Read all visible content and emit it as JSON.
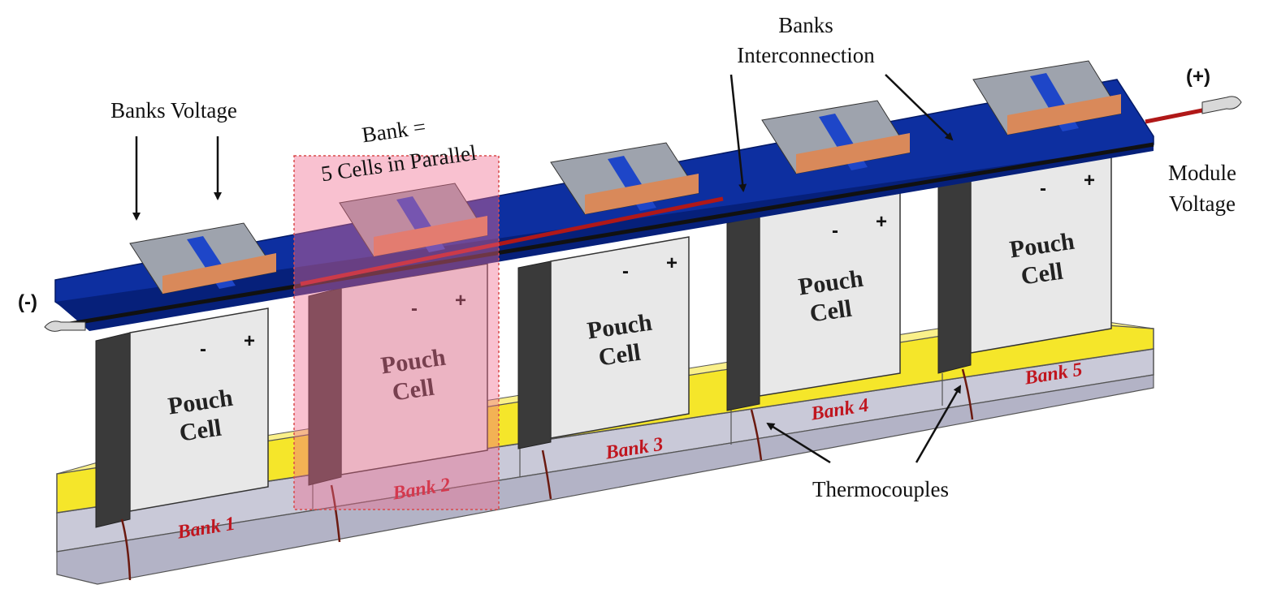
{
  "labels": {
    "banks_voltage": "Banks Voltage",
    "bank_def_line1": "Bank =",
    "bank_def_line2": "5 Cells in Parallel",
    "banks_interconnection_line1": "Banks",
    "banks_interconnection_line2": "Interconnection",
    "module_voltage_line1": "Module",
    "module_voltage_line2": "Voltage",
    "thermocouples": "Thermocouples",
    "negative_terminal": "(-)",
    "positive_terminal": "(+)"
  },
  "cells": [
    {
      "line1": "Pouch",
      "line2": "Cell",
      "minus": "-",
      "plus": "+"
    },
    {
      "line1": "Pouch",
      "line2": "Cell",
      "minus": "-",
      "plus": "+"
    },
    {
      "line1": "Pouch",
      "line2": "Cell",
      "minus": "-",
      "plus": "+"
    },
    {
      "line1": "Pouch",
      "line2": "Cell",
      "minus": "-",
      "plus": "+"
    },
    {
      "line1": "Pouch",
      "line2": "Cell",
      "minus": "-",
      "plus": "+"
    }
  ],
  "banks": [
    "Bank 1",
    "Bank 2",
    "Bank 3",
    "Bank 4",
    "Bank 5"
  ],
  "colors": {
    "base_yellow": "#f5e62a",
    "busbar_blue": "#0d2fa0",
    "highlight_pink": "#f06b8f",
    "bank_label_red": "#c0161f",
    "cell_face": "#ececec"
  }
}
